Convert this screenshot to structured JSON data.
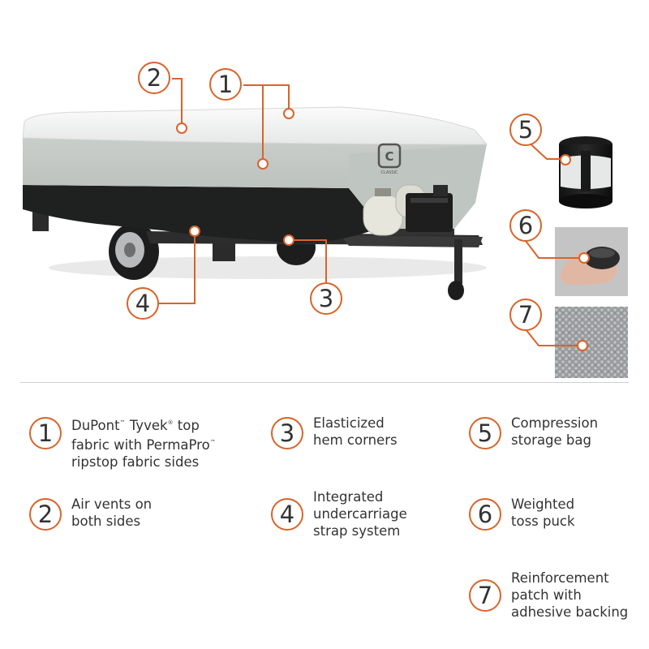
{
  "colors": {
    "accent": "#d8642a",
    "text": "#333333",
    "divider": "#cfcfcf"
  },
  "callouts": [
    "2",
    "1",
    "5",
    "6",
    "7",
    "4",
    "3"
  ],
  "features": [
    {
      "num": "1",
      "lines": [
        "DuPont",
        "Tyvek",
        "top",
        "fabric with PermaPro",
        "ripstop fabric sides"
      ],
      "tm": "™",
      "reg": "®"
    },
    {
      "num": "2",
      "lines": [
        "Air vents on",
        "both sides"
      ]
    },
    {
      "num": "3",
      "lines": [
        "Elasticized",
        "hem corners"
      ]
    },
    {
      "num": "4",
      "lines": [
        "Integrated",
        "undercarriage",
        "strap system"
      ]
    },
    {
      "num": "5",
      "lines": [
        "Compression",
        "storage bag"
      ]
    },
    {
      "num": "6",
      "lines": [
        "Weighted",
        "toss puck"
      ]
    },
    {
      "num": "7",
      "lines": [
        "Reinforcement",
        "patch with",
        "adhesive backing"
      ]
    }
  ],
  "logo_text": "CLASSIC"
}
